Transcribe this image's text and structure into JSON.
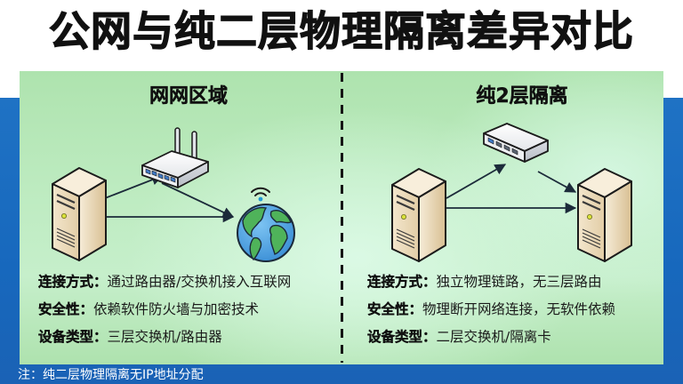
{
  "title": "公网与纯二层物理隔离差异对比",
  "colors": {
    "panel_bg": "#bdebc0",
    "background_blue": "#1a6abe",
    "arrow": "#1c2b3a",
    "server_body": "#e9d6b3",
    "globe_ocean": "#4a9fe0",
    "globe_land": "#4fb35a"
  },
  "left": {
    "title": "网网区域",
    "diagram": {
      "nodes": [
        {
          "id": "server",
          "icon": "server-icon"
        },
        {
          "id": "router",
          "icon": "wireless-router-icon"
        },
        {
          "id": "internet",
          "icon": "globe-icon",
          "badge": "wifi-icon"
        }
      ],
      "edges": [
        {
          "from": "server",
          "to": "router"
        },
        {
          "from": "router",
          "to": "internet"
        },
        {
          "from": "server",
          "to": "internet"
        }
      ]
    },
    "rows": [
      {
        "label": "连接方式：",
        "value": "通过路由器/交换机接入互联网"
      },
      {
        "label": "安全性：",
        "value": "依赖软件防火墙与加密技术"
      },
      {
        "label": "设备类型：",
        "value": "三层交换机/路由器"
      }
    ]
  },
  "right": {
    "title": "纯2层隔离",
    "diagram": {
      "nodes": [
        {
          "id": "server-a",
          "icon": "server-icon"
        },
        {
          "id": "switch",
          "icon": "switch-icon"
        },
        {
          "id": "server-b",
          "icon": "server-icon"
        }
      ],
      "edges": [
        {
          "from": "server-a",
          "to": "switch"
        },
        {
          "from": "switch",
          "to": "server-b"
        },
        {
          "from": "server-a",
          "to": "server-b"
        }
      ]
    },
    "rows": [
      {
        "label": "连接方式：",
        "value": "独立物理链路，无三层路由"
      },
      {
        "label": "安全性：",
        "value": "物理断开网络连接，无软件依赖"
      },
      {
        "label": "设备类型：",
        "value": "二层交换机/隔离卡"
      }
    ]
  },
  "note": "注：纯二层物理隔离无IP地址分配"
}
